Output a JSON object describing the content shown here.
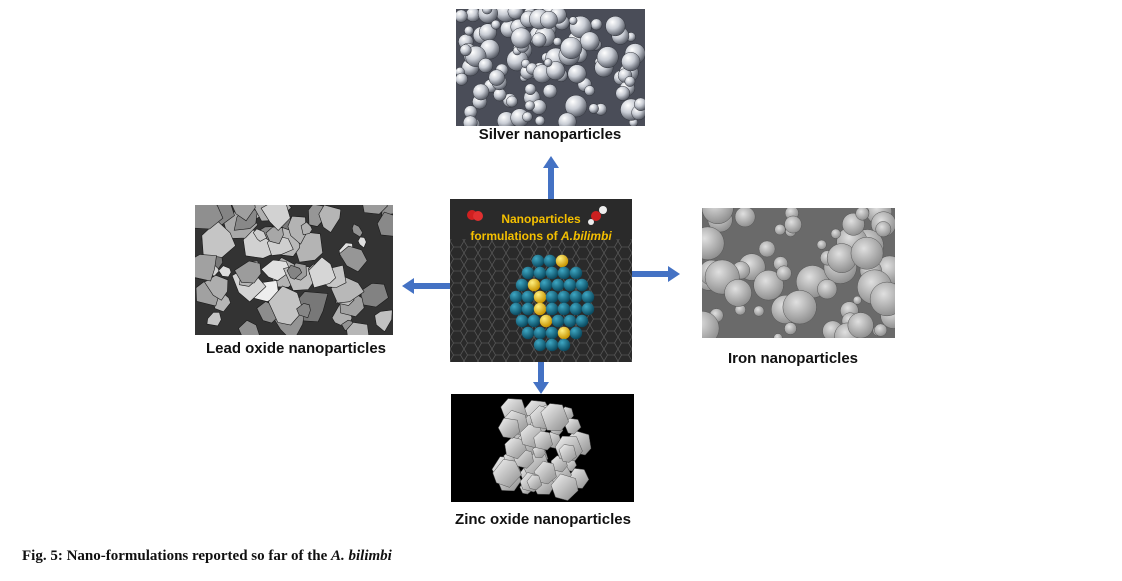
{
  "center": {
    "title_line1": "Nanoparticles",
    "title_line2_prefix": "formulations of ",
    "title_line2_italic": "A.bilimbi"
  },
  "nodes": {
    "silver": "Silver nanoparticles",
    "lead_oxide": "Lead oxide nanoparticles",
    "iron": "Iron nanoparticles",
    "zinc_oxide": "Zinc oxide nanoparticles"
  },
  "caption": {
    "prefix": "Fig. 5: Nano-formulations reported so far of the ",
    "italic": "A. bilimbi"
  },
  "colors": {
    "arrow": "#4472c4",
    "center_bg": "#2a2a2a",
    "sphere_teal": "#0f6a86",
    "sphere_gold": "#f0c020",
    "center_text": "#f5c000"
  }
}
